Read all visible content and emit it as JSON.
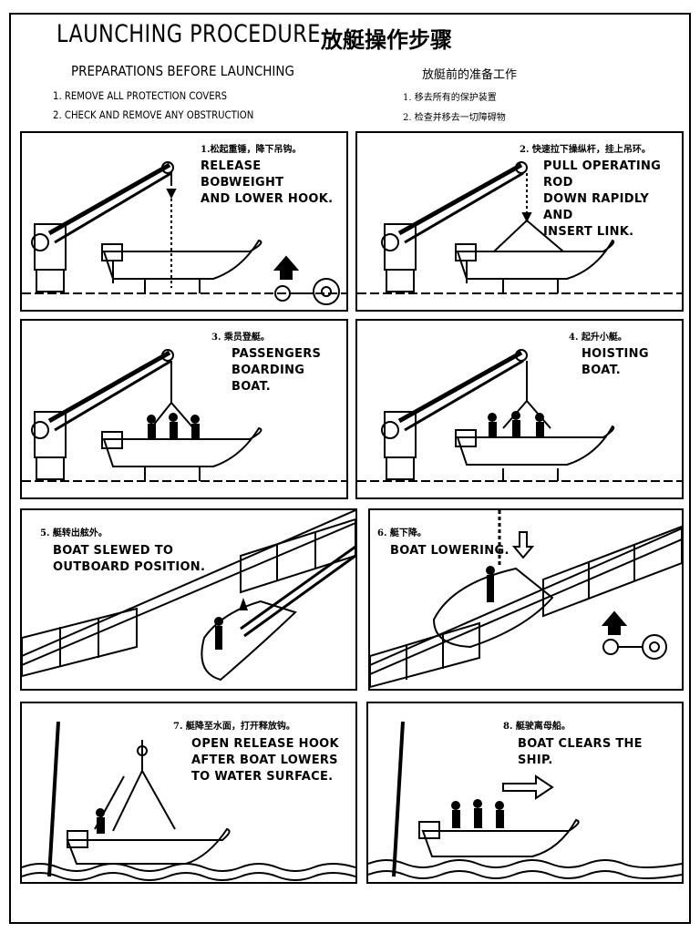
{
  "header": {
    "title": "LAUNCHING PROCEDURE",
    "title_zh": "放艇操作步骤"
  },
  "preparations": {
    "heading": "PREPARATIONS BEFORE LAUNCHING",
    "heading_zh": "放艇前的准备工作",
    "items": [
      "1. REMOVE ALL PROTECTION COVERS",
      "2. CHECK AND REMOVE ANY OBSTRUCTION"
    ],
    "items_zh": [
      "1. 移去所有的保护装置",
      "2. 检查并移去一切障碍物"
    ]
  },
  "steps": [
    {
      "zh": "1.松起重锤，降下吊钩。",
      "en": "RELEASE BOBWEIGHT\nAND LOWER HOOK."
    },
    {
      "zh": "2. 快速拉下操纵杆，挂上吊环。",
      "en": "PULL OPERATING ROD\nDOWN RAPIDLY AND\nINSERT LINK."
    },
    {
      "zh": "3. 乘员登艇。",
      "en": "PASSENGERS\nBOARDING BOAT."
    },
    {
      "zh": "4. 起升小艇。",
      "en": "HOISTING BOAT."
    },
    {
      "zh": "5. 艇转出舷外。",
      "en": "BOAT SLEWED TO\nOUTBOARD POSITION."
    },
    {
      "zh": "6. 艇下降。",
      "en": "BOAT LOWERING."
    },
    {
      "zh": "7. 艇降至水面，打开释放钩。",
      "en": "OPEN RELEASE HOOK\nAFTER BOAT LOWERS\nTO WATER SURFACE."
    },
    {
      "zh": "8. 艇驶离母船。",
      "en": "BOAT CLEARS THE SHIP."
    }
  ]
}
